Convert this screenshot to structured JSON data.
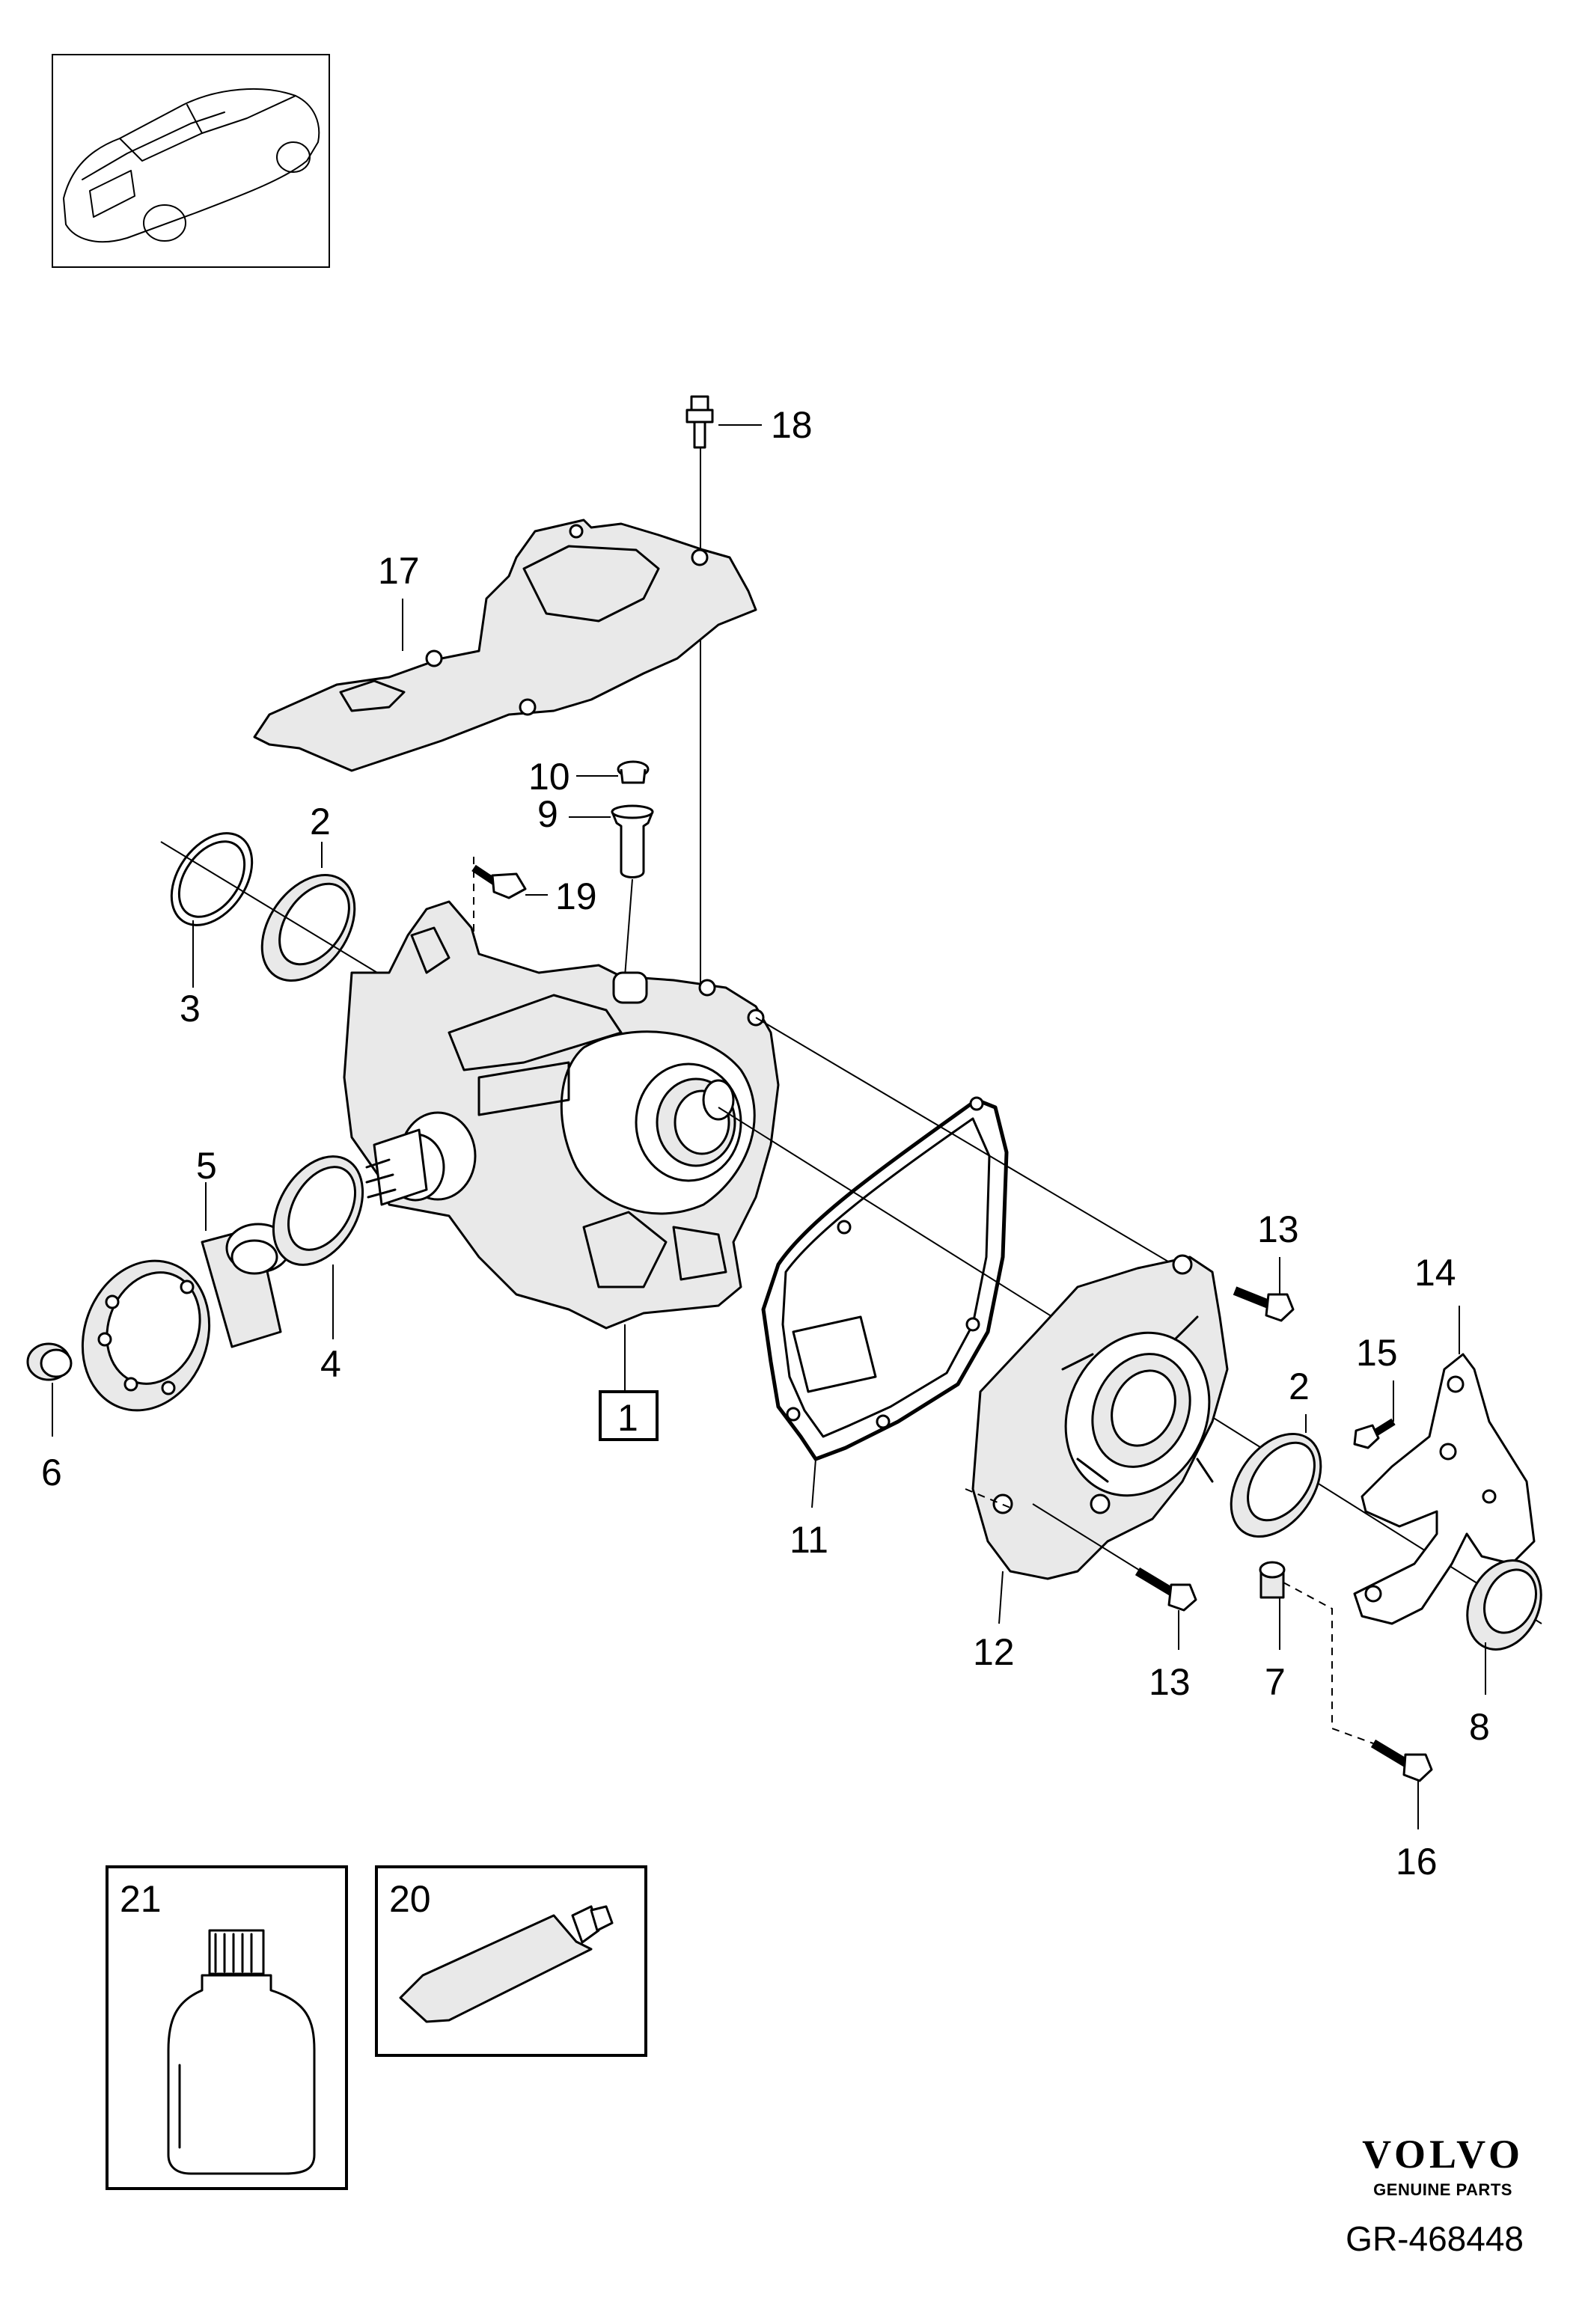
{
  "callouts": {
    "c1": "1",
    "c2a": "2",
    "c2b": "2",
    "c3": "3",
    "c4": "4",
    "c5": "5",
    "c6": "6",
    "c7": "7",
    "c8": "8",
    "c9": "9",
    "c10": "10",
    "c11": "11",
    "c12": "12",
    "c13a": "13",
    "c13b": "13",
    "c14": "14",
    "c15": "15",
    "c16": "16",
    "c17": "17",
    "c18": "18",
    "c19": "19",
    "c20": "20",
    "c21": "21"
  },
  "brand": {
    "logo": "VOLVO",
    "tagline": "GENUINE PARTS"
  },
  "reference": "GR-468448"
}
